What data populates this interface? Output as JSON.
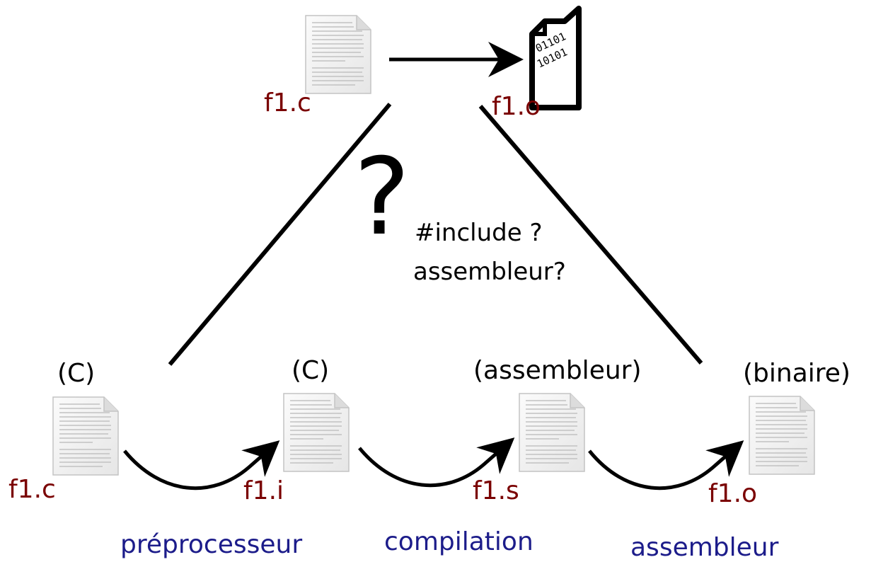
{
  "top": {
    "source_file": "f1.c",
    "object_file": "f1.o",
    "object_bits_line1": "01101",
    "object_bits_line2": "10101",
    "question_mark": "?",
    "question_line1": "#include ?",
    "question_line2": "assembleur?"
  },
  "pipeline": {
    "stages": [
      {
        "lang": "(C)",
        "file": "f1.c"
      },
      {
        "lang": "(C)",
        "file": "f1.i"
      },
      {
        "lang": "(assembleur)",
        "file": "f1.s"
      },
      {
        "lang": "(binaire)",
        "file": "f1.o"
      }
    ],
    "steps": [
      "préprocesseur",
      "compilation",
      "assembleur"
    ]
  },
  "colors": {
    "file_label": "#7a0000",
    "step_label": "#1c1c8a",
    "line": "#000000"
  },
  "icons": [
    "text-document-icon",
    "binary-file-icon",
    "arrow-right-icon",
    "curved-arrow-icon"
  ]
}
